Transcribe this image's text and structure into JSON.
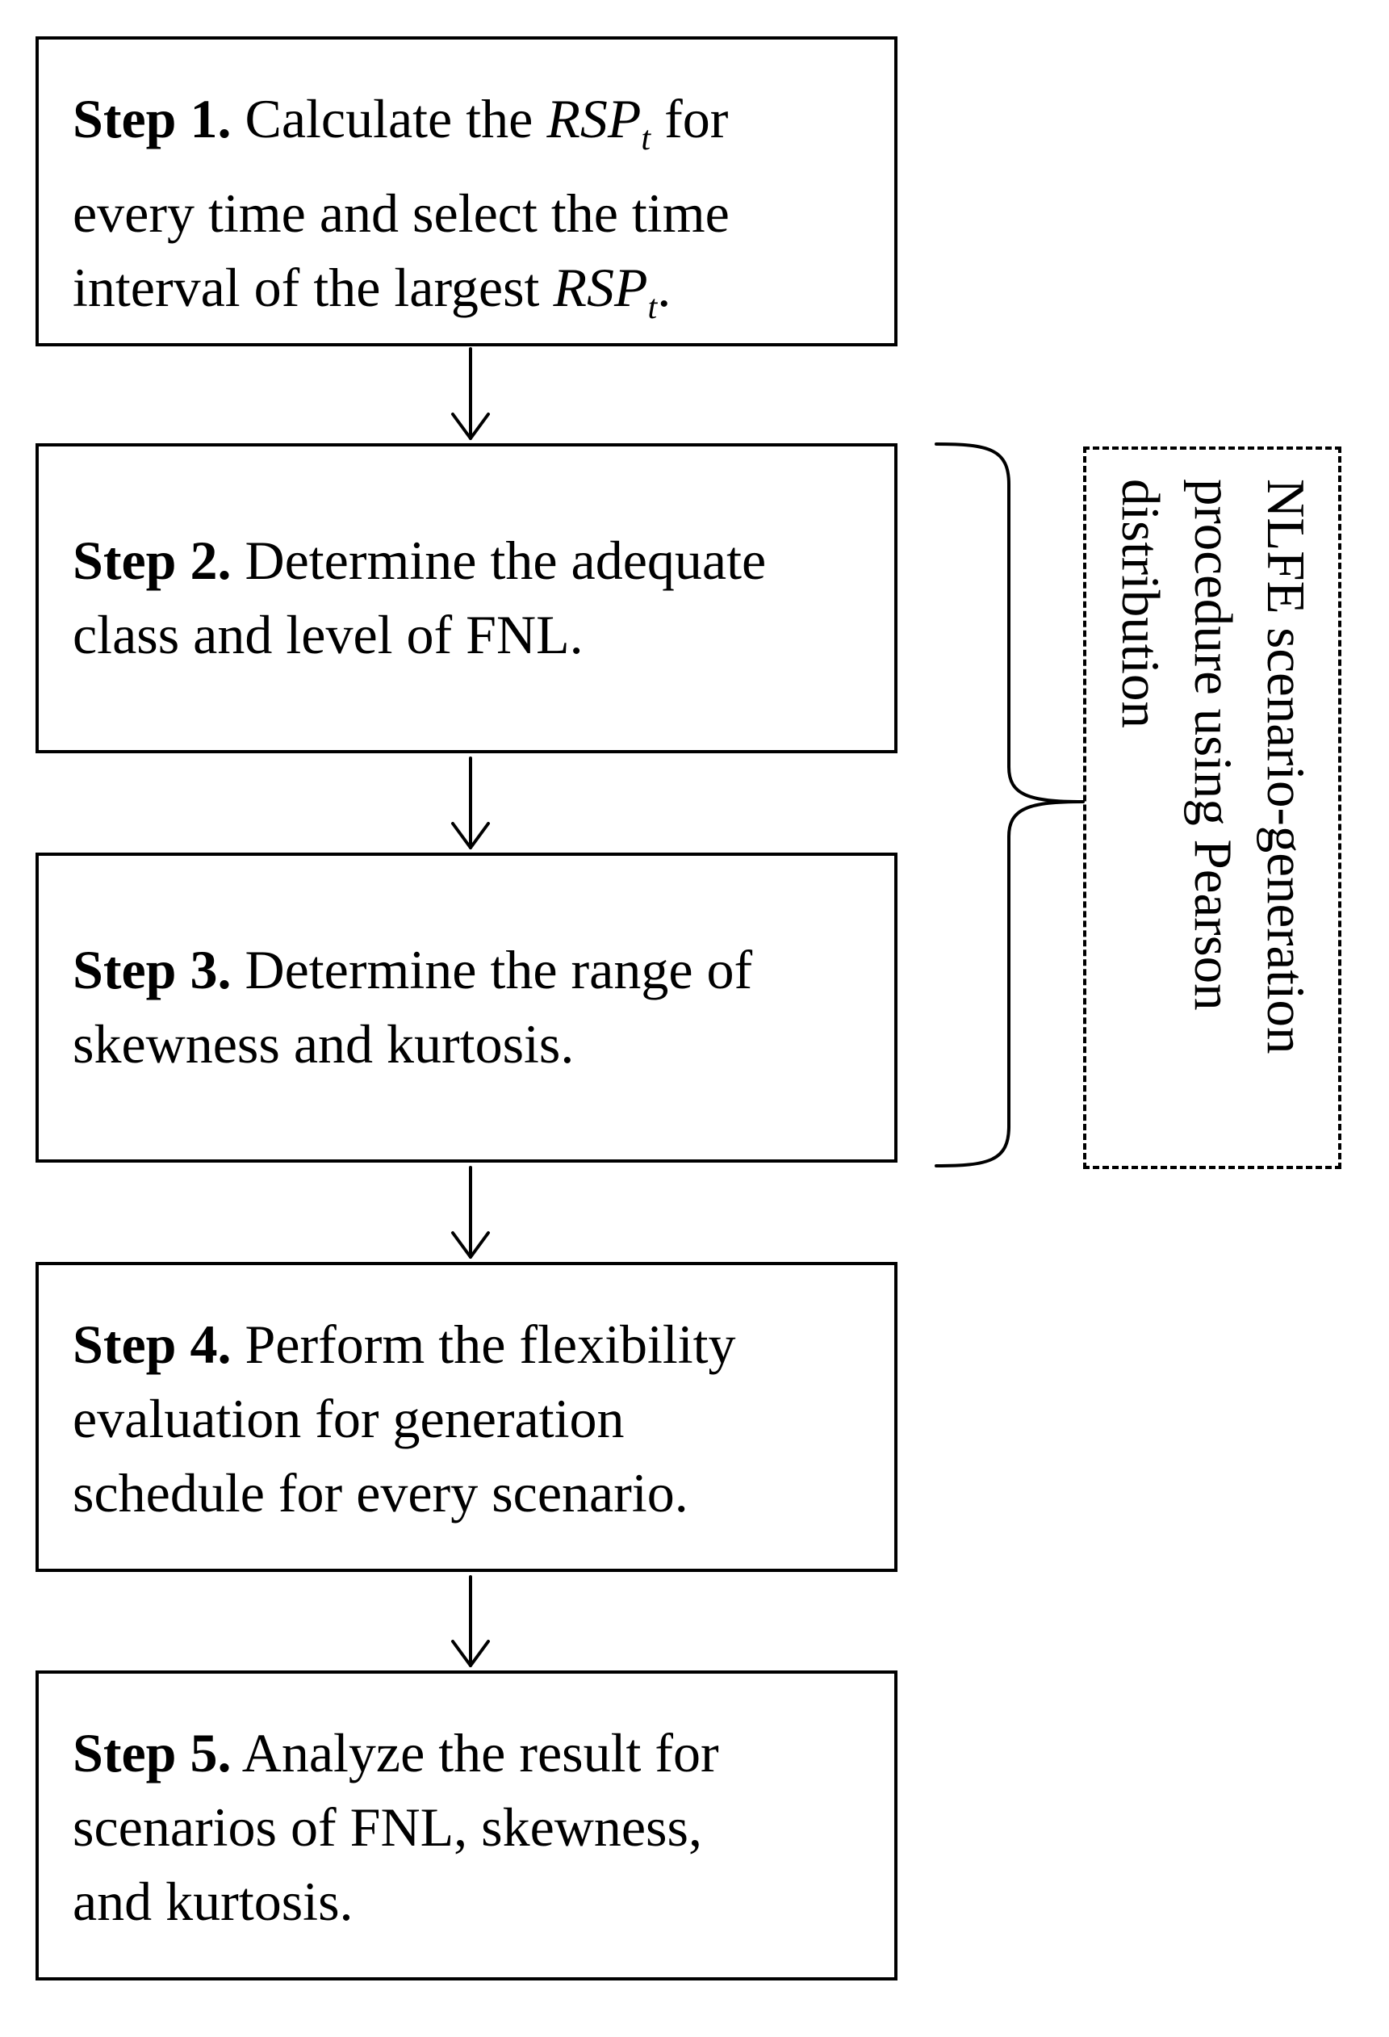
{
  "steps": [
    {
      "label": "Step 1.",
      "lines": [
        {
          "pre": " Calculate the ",
          "var": "RSP",
          "sub": "t",
          "post": " for"
        },
        {
          "text": "every time and select the time"
        },
        {
          "pre": "interval of the largest ",
          "var": "RSP",
          "sub": "t",
          "post": "."
        }
      ]
    },
    {
      "label": "Step 2.",
      "lines": [
        {
          "pre": " Determine the adequate"
        },
        {
          "text": "class and level of FNL."
        }
      ]
    },
    {
      "label": "Step 3.",
      "lines": [
        {
          "pre": " Determine the range of"
        },
        {
          "text": "skewness and kurtosis."
        }
      ]
    },
    {
      "label": "Step 4.",
      "lines": [
        {
          "pre": " Perform the flexibility"
        },
        {
          "text": "evaluation for generation"
        },
        {
          "text": "schedule for every scenario."
        }
      ]
    },
    {
      "label": "Step 5.",
      "lines": [
        {
          "pre": " Analyze the result for"
        },
        {
          "text": "scenarios of FNL, skewness,"
        },
        {
          "text": "and kurtosis."
        }
      ]
    }
  ],
  "bracket_note": {
    "lines": [
      "NLFE scenario-generation",
      "procedure using Pearson",
      "distribution"
    ]
  }
}
